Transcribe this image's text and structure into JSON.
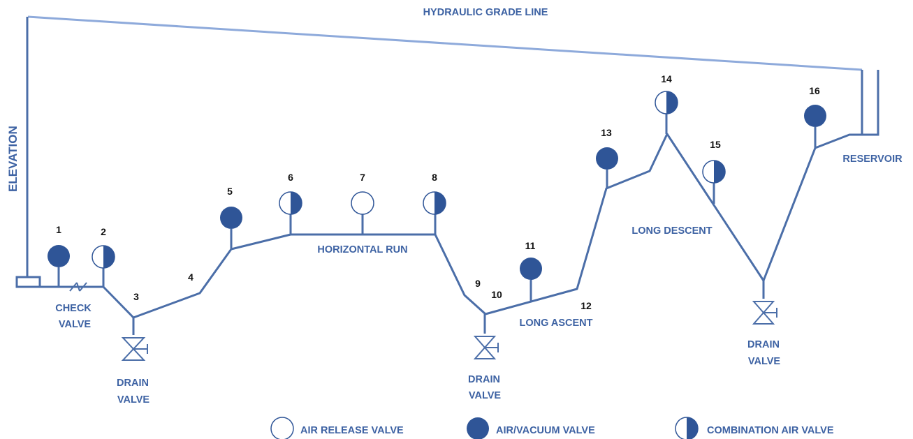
{
  "diagram": {
    "hgl_label": "HYDRAULIC GRADE LINE",
    "elevation_label": "ELEVATION",
    "reservoir_label": "RESERVOIR",
    "check_valve_label": [
      "CHECK",
      "VALVE"
    ],
    "drain_valve_label": [
      "DRAIN",
      "VALVE"
    ],
    "section_labels": {
      "horizontal_run": "HORIZONTAL RUN",
      "long_ascent": "LONG ASCENT",
      "long_descent": "LONG DESCENT"
    },
    "points": [
      {
        "id": "1",
        "valve": "air-vacuum"
      },
      {
        "id": "2",
        "valve": "combination"
      },
      {
        "id": "3",
        "valve": "drain"
      },
      {
        "id": "4",
        "valve": "none"
      },
      {
        "id": "5",
        "valve": "air-vacuum"
      },
      {
        "id": "6",
        "valve": "combination"
      },
      {
        "id": "7",
        "valve": "air-release"
      },
      {
        "id": "8",
        "valve": "combination"
      },
      {
        "id": "9",
        "valve": "none"
      },
      {
        "id": "10",
        "valve": "drain"
      },
      {
        "id": "11",
        "valve": "air-vacuum"
      },
      {
        "id": "12",
        "valve": "none"
      },
      {
        "id": "13",
        "valve": "air-vacuum"
      },
      {
        "id": "14",
        "valve": "combination"
      },
      {
        "id": "15",
        "valve": "combination"
      },
      {
        "id": "16",
        "valve": "air-vacuum"
      }
    ],
    "legend": {
      "air_release": "AIR RELEASE VALVE",
      "air_vacuum": "AIR/VACUUM VALVE",
      "combination": "COMBINATION AIR VALVE"
    },
    "colors": {
      "valve_fill": "#2f5597",
      "pipe": "#4b6ea8",
      "hgl": "#8eaadb",
      "label": "#3d62a3"
    }
  }
}
